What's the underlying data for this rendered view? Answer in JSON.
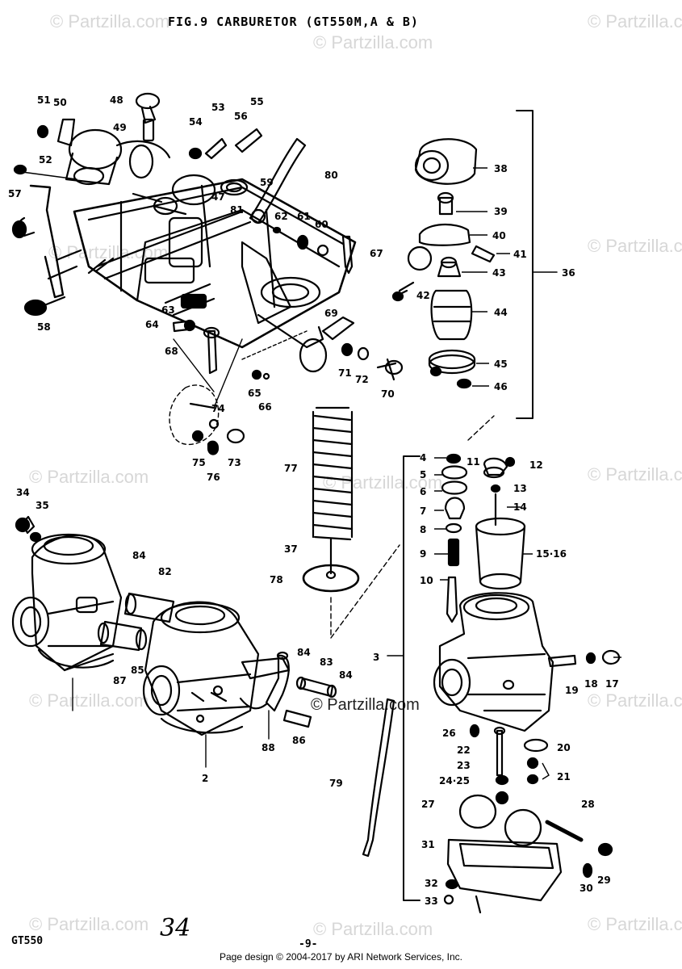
{
  "header": {
    "title": "FIG.9  CARBURETOR (GT550M,A & B)"
  },
  "watermark": {
    "text": "© Partzilla.com",
    "center_text": "© Partzilla.com"
  },
  "footer": {
    "model_code": "GT550",
    "handwritten_note": "34",
    "page_number": "-9-",
    "credit": "Page design © 2004-2017 by ARI Network Services, Inc."
  },
  "callouts": [
    "2",
    "3",
    "4",
    "5",
    "6",
    "7",
    "8",
    "9",
    "10",
    "11",
    "12",
    "13",
    "14",
    "15·16",
    "17",
    "18",
    "19",
    "20",
    "21",
    "22",
    "23",
    "24·25",
    "26",
    "27",
    "28",
    "29",
    "30",
    "31",
    "32",
    "33",
    "34",
    "35",
    "36",
    "37",
    "38",
    "39",
    "40",
    "41",
    "42",
    "43",
    "44",
    "45",
    "46",
    "47",
    "48",
    "49",
    "50",
    "51",
    "52",
    "53",
    "54",
    "55",
    "56",
    "57",
    "58",
    "59",
    "60",
    "61",
    "62",
    "63",
    "64",
    "65",
    "66",
    "67",
    "68",
    "69",
    "70",
    "71",
    "72",
    "73",
    "74",
    "75",
    "76",
    "77",
    "78",
    "79",
    "80",
    "81",
    "82",
    "83",
    "84",
    "85",
    "86",
    "87",
    "88"
  ],
  "colors": {
    "ink": "#000000",
    "watermark": "#d7d7d7",
    "background": "#ffffff"
  }
}
